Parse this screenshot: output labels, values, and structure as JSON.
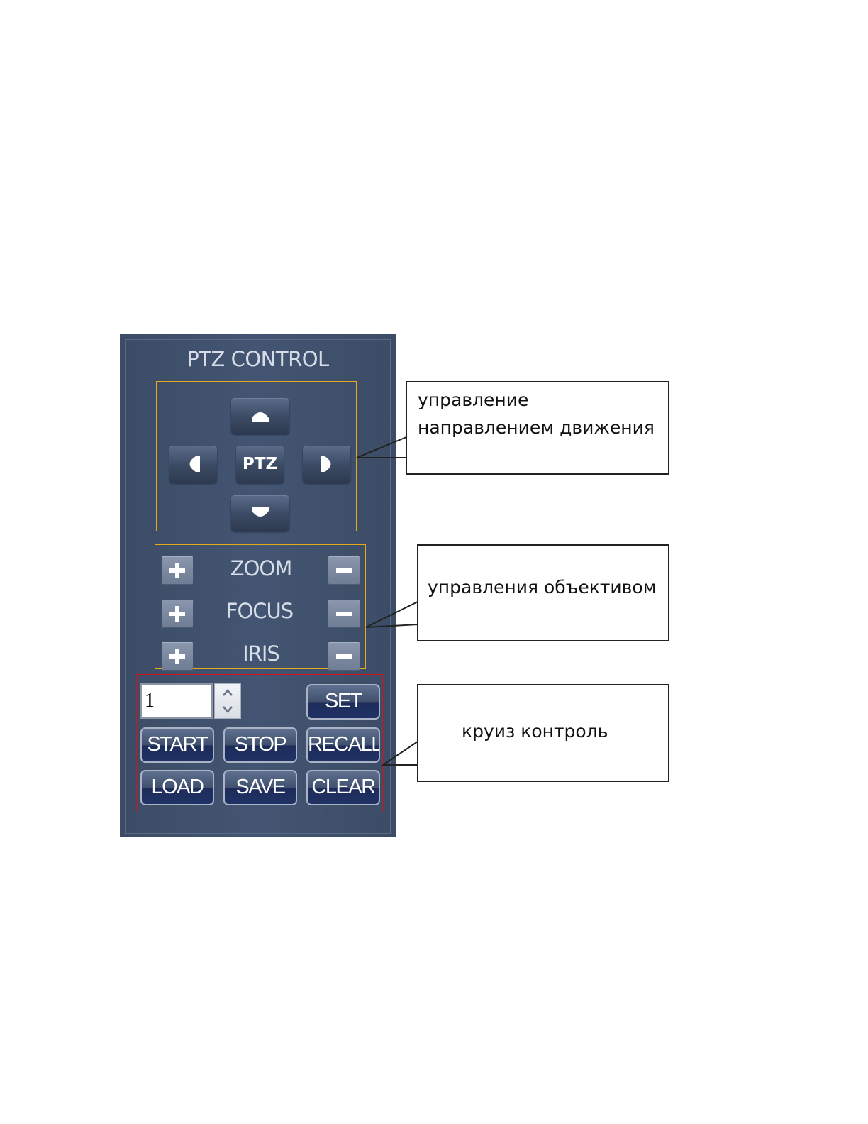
{
  "panel": {
    "title": "PTZ CONTROL",
    "ptz_center_label": "PTZ"
  },
  "lens": {
    "rows": [
      {
        "label": "ZOOM"
      },
      {
        "label": "FOCUS"
      },
      {
        "label": "IRIS"
      }
    ]
  },
  "cruise": {
    "preset_value": "1",
    "buttons": {
      "set": "SET",
      "start": "START",
      "stop": "STOP",
      "recall": "RECALL",
      "load": "LOAD",
      "save": "SAVE",
      "clear": "CLEAR"
    }
  },
  "callouts": {
    "direction_line1": "управление",
    "direction_line2": "направлением движения",
    "lens": "управления объективом",
    "cruise": "круиз контроль"
  },
  "colors": {
    "panel_bg": "#3f5068",
    "highlight_yellow": "#e8a818",
    "highlight_red": "#d0141e",
    "button_blue": "#203265"
  },
  "icons": {
    "up": "arrow-up-icon",
    "down": "arrow-down-icon",
    "left": "arrow-left-icon",
    "right": "arrow-right-icon",
    "plus": "plus-icon",
    "minus": "minus-icon"
  }
}
